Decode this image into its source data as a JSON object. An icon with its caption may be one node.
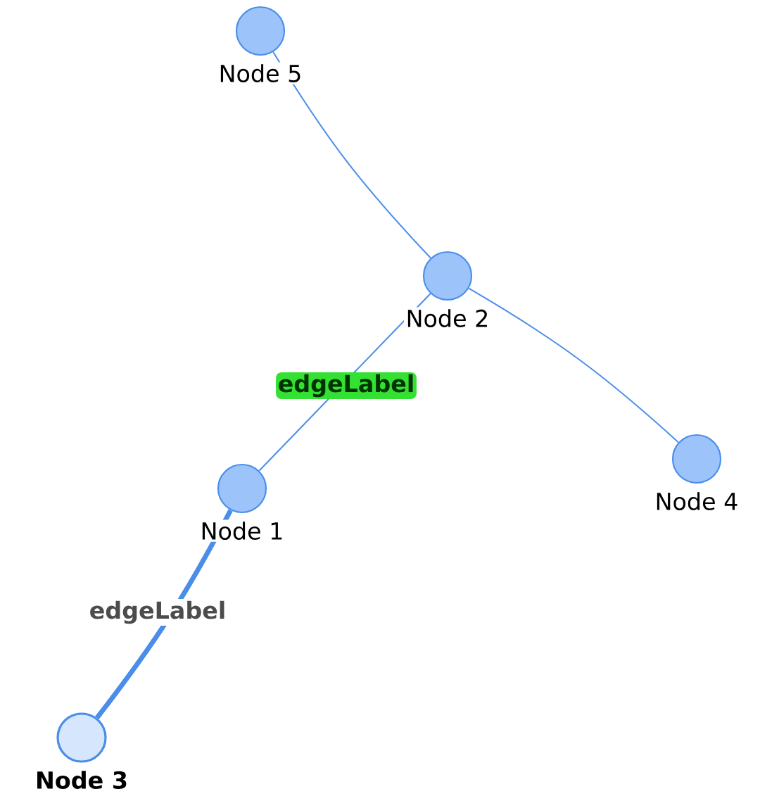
{
  "diagram": {
    "nodes": [
      {
        "text": [],
        "shape": "circle",
        "beside": [
          "Node 5"
        ]
      },
      {
        "text": [],
        "shape": "circle",
        "beside": [
          "Node 2"
        ]
      },
      {
        "text": [],
        "shape": "circle",
        "beside": [
          "Node 4"
        ]
      },
      {
        "text": [],
        "shape": "circle",
        "beside": [
          "Node 1"
        ]
      },
      {
        "text": [],
        "shape": "circle",
        "beside": [
          "Node 3"
        ]
      }
    ],
    "edges": [
      {
        "from": 0,
        "to": 1,
        "arrow": "none"
      },
      {
        "from": 1,
        "to": 2,
        "arrow": "none"
      },
      {
        "from": 1,
        "to": 3,
        "arrow": "none",
        "label": "edgeLabel"
      },
      {
        "from": 3,
        "to": 4,
        "arrow": "none",
        "label": "edgeLabel",
        "style": "thick"
      }
    ]
  }
}
